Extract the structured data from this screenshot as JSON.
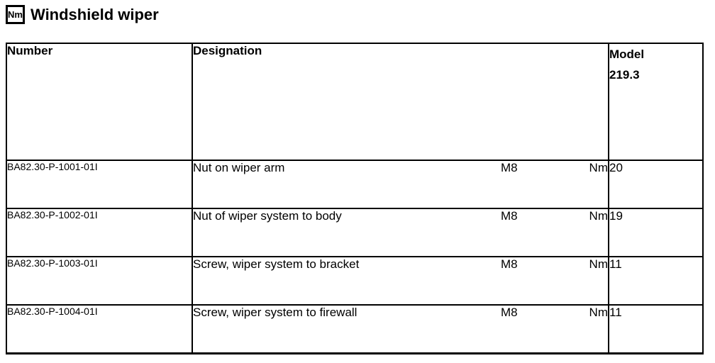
{
  "page": {
    "icon_label": "Nm",
    "title": "Windshield wiper"
  },
  "table": {
    "headers": {
      "number": "Number",
      "designation": "Designation",
      "model_line1": "Model",
      "model_line2": "219.3"
    },
    "rows": [
      {
        "number": "BA82.30-P-1001-01I",
        "designation": "Nut on wiper arm",
        "size": "M8",
        "unit": "Nm",
        "value": "20"
      },
      {
        "number": "BA82.30-P-1002-01I",
        "designation": "Nut of wiper system to body",
        "size": "M8",
        "unit": "Nm",
        "value": "19"
      },
      {
        "number": "BA82.30-P-1003-01I",
        "designation": "Screw, wiper system to bracket",
        "size": "M8",
        "unit": "Nm",
        "value": "11"
      },
      {
        "number": "BA82.30-P-1004-01I",
        "designation": "Screw, wiper system to firewall",
        "size": "M8",
        "unit": "Nm",
        "value": "11"
      }
    ]
  }
}
